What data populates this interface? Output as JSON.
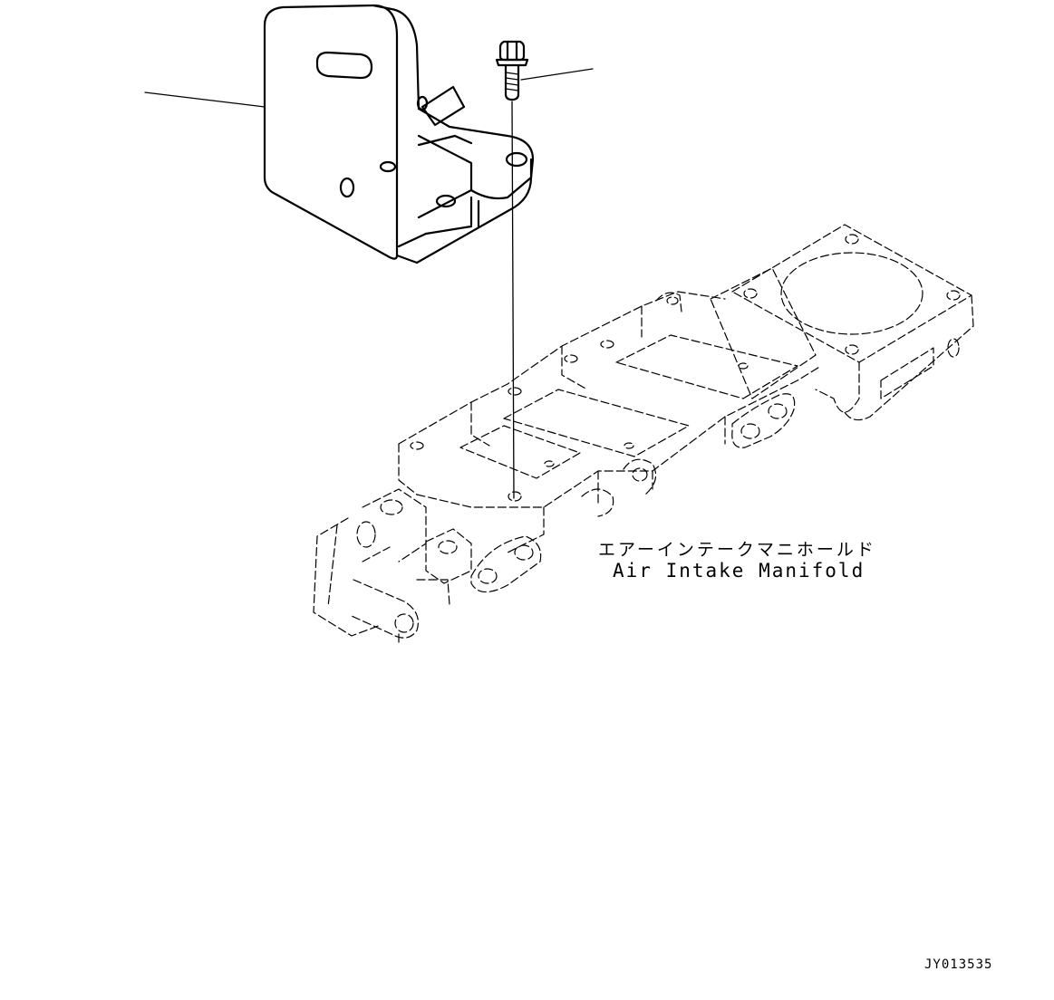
{
  "parts": {
    "manifold_label_jp": "エアーインテークマニホールド",
    "manifold_label_en": "Air Intake Manifold"
  },
  "drawing_code": "JY013535"
}
